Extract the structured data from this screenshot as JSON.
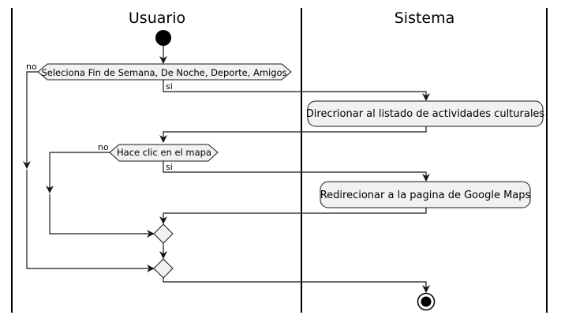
{
  "swimlanes": {
    "user": "Usuario",
    "system": "Sistema"
  },
  "decisions": {
    "first": {
      "label": "Seleciona Fin de Semana, De Noche, Deporte, Amigos",
      "yes": "si",
      "no": "no"
    },
    "second": {
      "label": "Hace clic en el mapa",
      "yes": "si",
      "no": "no"
    }
  },
  "actions": {
    "redirect_cultural": "Direcrionar al listado de actividades culturales",
    "redirect_maps": "Redirecionar a la pagina de Google Maps"
  },
  "colors": {
    "node_fill": "#f1f1f1",
    "stroke": "#181818"
  }
}
